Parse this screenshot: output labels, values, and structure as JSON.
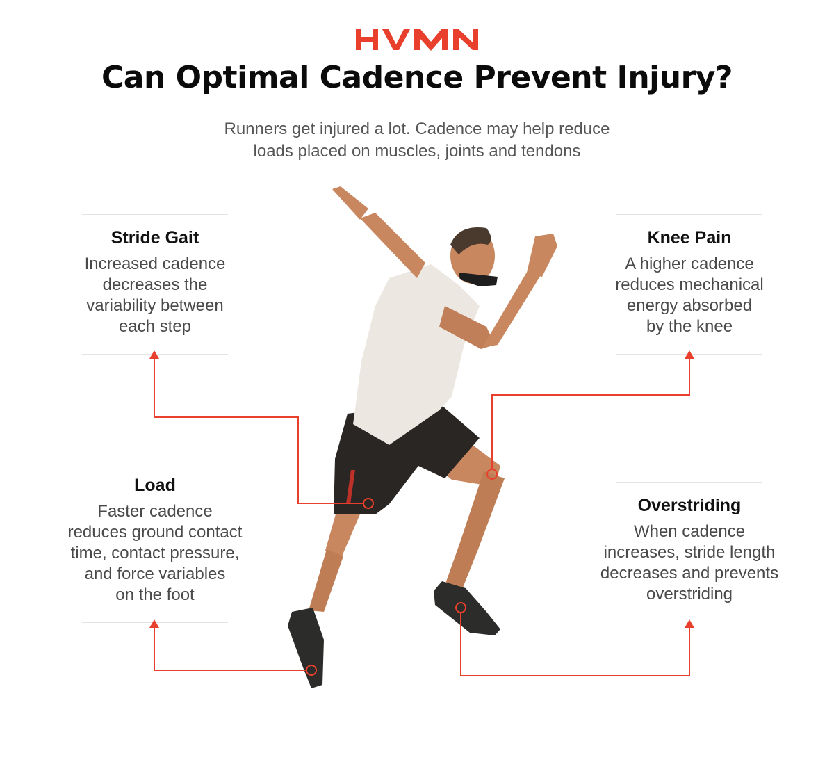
{
  "brand": {
    "logo_text": "HVMN",
    "color": "#e8402c"
  },
  "title": "Can Optimal Cadence Prevent Injury?",
  "subtitle": {
    "line1": "Runners get injured a lot. Cadence may help reduce",
    "line2": "loads placed on muscles, joints and tendons"
  },
  "callouts": {
    "stride_gait": {
      "heading": "Stride Gait",
      "lines": [
        "Increased cadence",
        "decreases the",
        "variability between",
        "each step"
      ]
    },
    "knee_pain": {
      "heading": "Knee Pain",
      "lines": [
        "A higher cadence",
        "reduces mechanical",
        "energy absorbed",
        "by the knee"
      ]
    },
    "load": {
      "heading": "Load",
      "lines": [
        "Faster cadence",
        "reduces ground contact",
        "time, contact pressure,",
        "and force variables",
        "on the foot"
      ]
    },
    "overstriding": {
      "heading": "Overstriding",
      "lines": [
        "When cadence",
        "increases, stride length",
        "decreases and prevents",
        "overstriding"
      ]
    }
  },
  "colors": {
    "accent": "#e8402c",
    "skin": "#c8875f",
    "shirt": "#ece8e1",
    "shorts": "#2a2624",
    "shoe": "#2c2c2a"
  }
}
